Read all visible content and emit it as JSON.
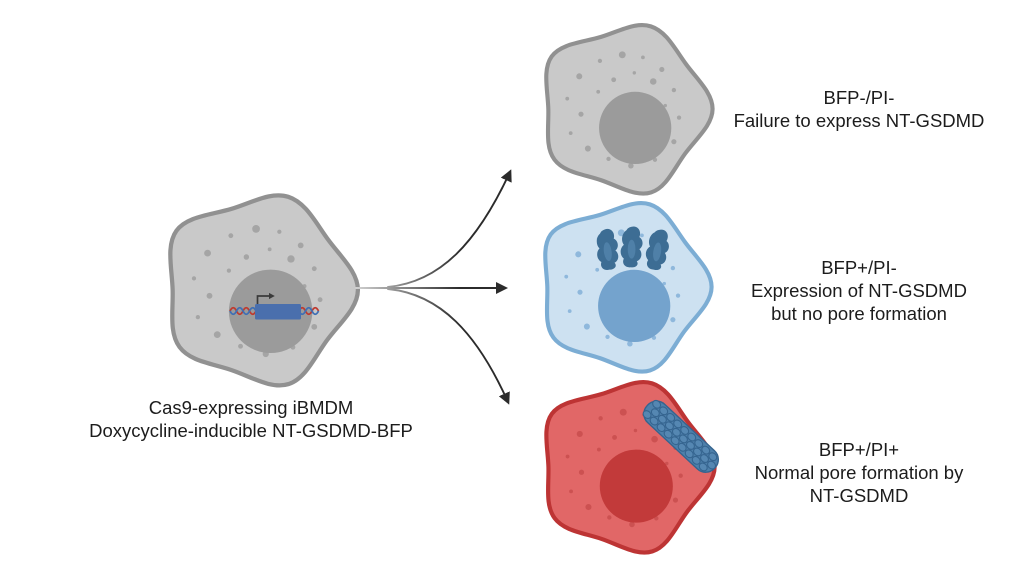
{
  "figure": {
    "type": "cell-fate-schematic",
    "source_cell": {
      "lines": [
        "Cas9-expressing iBMDM",
        "Doxycycline-inducible NT-GSDMD-BFP"
      ]
    },
    "outcomes": [
      {
        "key": "gray-cell",
        "title": "BFP-/PI-",
        "lines": [
          "Failure to express NT-GSDMD"
        ]
      },
      {
        "key": "blue-cell",
        "title": "BFP+/PI-",
        "lines": [
          "Expression of NT-GSDMD",
          "but no pore formation"
        ]
      },
      {
        "key": "red-cell",
        "title": "BFP+/PI+",
        "lines": [
          "Normal pore formation by",
          "NT-GSDMD"
        ]
      }
    ]
  },
  "icons": {
    "dna_construct": "doxycycline-inducible NT-GSDMD-BFP gene construct",
    "aggregates": "NT-GSDMD aggregates",
    "pore_array": "GSDMD membrane pore array"
  },
  "colors": {
    "background": "#ffffff",
    "text": "#1c1c1c",
    "gray_cell_body": "#c9c9c9",
    "gray_cell_border": "#919191",
    "gray_nucleus": "#9b9b9b",
    "gray_speckle": "#a5a5a5",
    "blue_cell_body": "#cde1f1",
    "blue_cell_border": "#7cadd4",
    "blue_nucleus": "#74a3cd",
    "blue_speckle": "#8fb8dc",
    "blue_aggregate": "#3d6d94",
    "blue_aggregate_light": "#4f80a8",
    "red_cell_body": "#e16767",
    "red_cell_border": "#bd3434",
    "red_nucleus": "#c23a3a",
    "red_speckle": "#cc5151",
    "pore_fill": "#4e80ab",
    "pore_fill_light": "#5587b2",
    "pore_outline": "#35648f",
    "gene_rect": "#4a6fad",
    "promoter_arrow": "#3a3a3a",
    "helix_red": "#bf3a2f",
    "helix_blue": "#3f6fb5",
    "arrow": "#2b2b2b"
  }
}
